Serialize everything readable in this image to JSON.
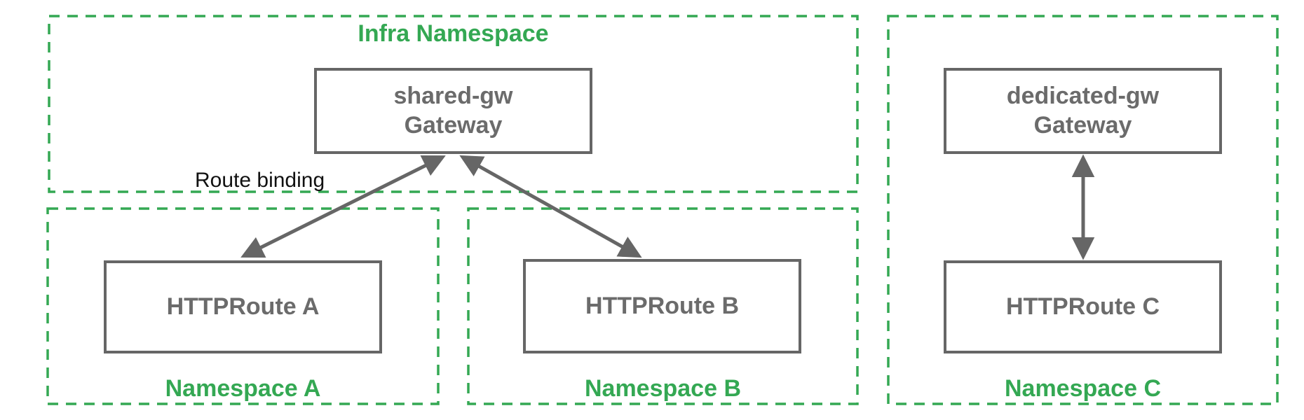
{
  "colors": {
    "green": "#34a853",
    "gray": "#666666",
    "gray_text": "#6b6b6b",
    "black": "#111111",
    "background": "#ffffff"
  },
  "namespaces": [
    {
      "id": "infra",
      "label": "Infra Namespace",
      "label_position": "top"
    },
    {
      "id": "ns-a",
      "label": "Namespace A",
      "label_position": "bottom"
    },
    {
      "id": "ns-b",
      "label": "Namespace B",
      "label_position": "bottom"
    },
    {
      "id": "ns-c",
      "label": "Namespace C",
      "label_position": "bottom"
    }
  ],
  "nodes": [
    {
      "id": "shared-gw",
      "lines": [
        "shared-gw",
        "Gateway"
      ],
      "namespace": "Infra Namespace"
    },
    {
      "id": "route-a",
      "lines": [
        "HTTPRoute A"
      ],
      "namespace": "Namespace A"
    },
    {
      "id": "route-b",
      "lines": [
        "HTTPRoute B"
      ],
      "namespace": "Namespace B"
    },
    {
      "id": "route-c",
      "lines": [
        "HTTPRoute C"
      ],
      "namespace": "Namespace C"
    },
    {
      "id": "dedicated-gw",
      "lines": [
        "dedicated-gw",
        "Gateway"
      ],
      "namespace": "Namespace C"
    }
  ],
  "connections": [
    {
      "from": "shared-gw",
      "to": "route-a",
      "bidirectional": true
    },
    {
      "from": "shared-gw",
      "to": "route-b",
      "bidirectional": true
    },
    {
      "from": "dedicated-gw",
      "to": "route-c",
      "bidirectional": true
    }
  ],
  "annotations": [
    {
      "id": "route-binding",
      "text": "Route binding"
    }
  ]
}
